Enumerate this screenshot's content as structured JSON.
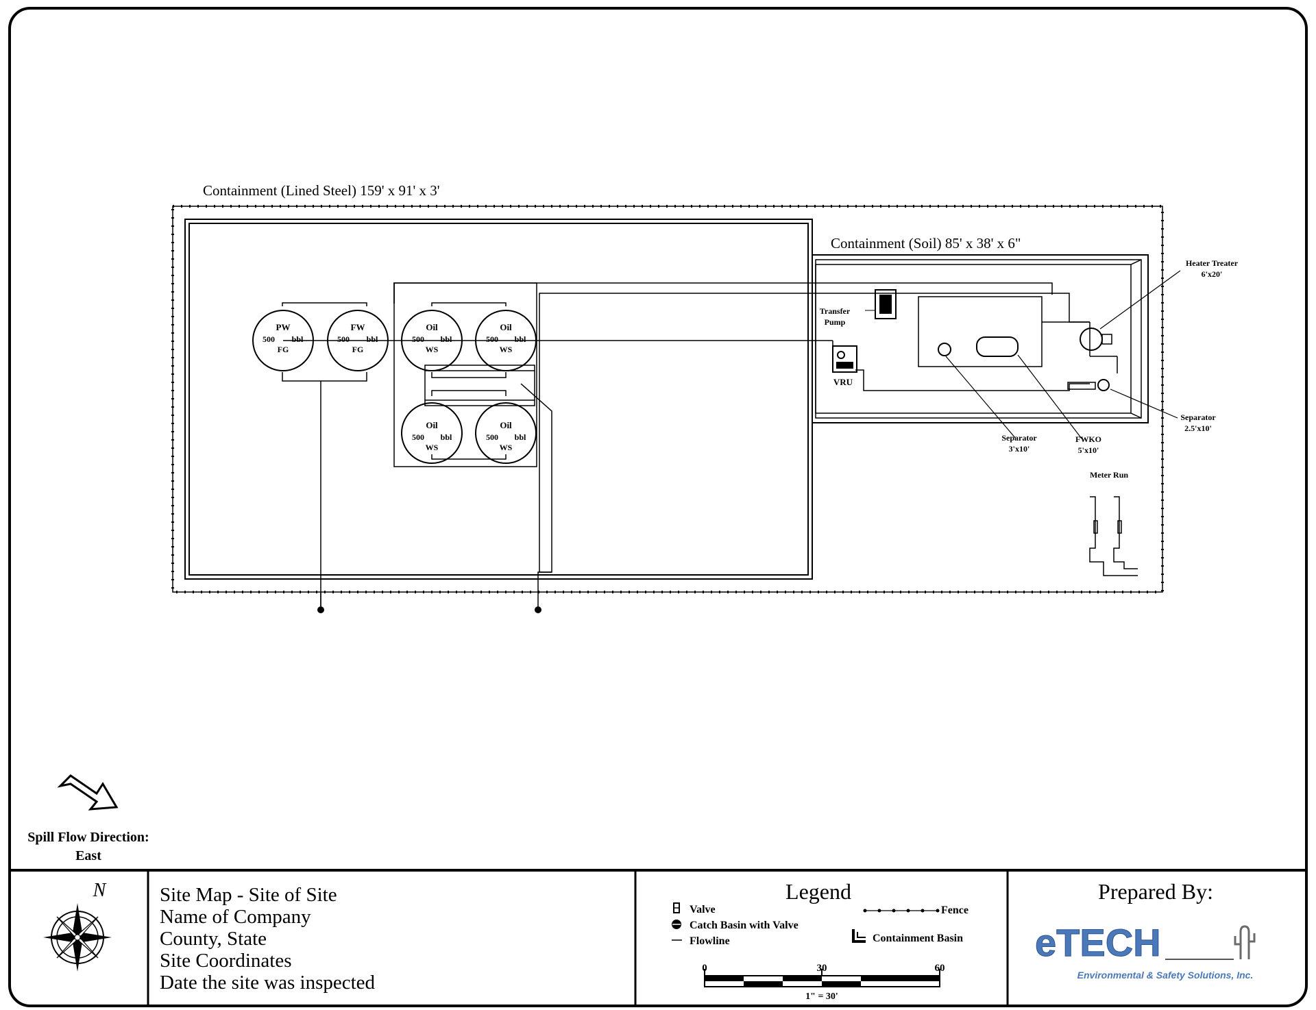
{
  "labels": {
    "containment_steel": "Containment (Lined Steel) 159' x 91' x 3'",
    "containment_soil": "Containment (Soil) 85' x 38' x 6\"",
    "heater_treater": "Heater Treater",
    "heater_treater_size": "6'x20'",
    "transfer_pump_1": "Transfer",
    "transfer_pump_2": "Pump",
    "vru": "VRU",
    "separator_small": "Separator",
    "separator_small_size": "2.5'x10'",
    "separator_mid": "Separator",
    "separator_mid_size": "3'x10'",
    "fwko": "FWKO",
    "fwko_size": "5'x10'",
    "meter_run": "Meter Run"
  },
  "tanks": [
    {
      "top": "PW",
      "cap": "500",
      "unit": "bbl",
      "bottom": "FG"
    },
    {
      "top": "FW",
      "cap": "500",
      "unit": "bbl",
      "bottom": "FG"
    },
    {
      "top": "Oil",
      "cap": "500",
      "unit": "bbl",
      "bottom": "WS"
    },
    {
      "top": "Oil",
      "cap": "500",
      "unit": "bbl",
      "bottom": "WS"
    },
    {
      "top": "Oil",
      "cap": "500",
      "unit": "bbl",
      "bottom": "WS"
    },
    {
      "top": "Oil",
      "cap": "500",
      "unit": "bbl",
      "bottom": "WS"
    }
  ],
  "spill": {
    "label": "Spill Flow Direction:",
    "direction": "East"
  },
  "compass": {
    "letter": "N"
  },
  "title_block": {
    "line1": "Site Map - Site of Site",
    "line2": "Name of Company",
    "line3": "County, State",
    "line4": "Site Coordinates",
    "line5": "Date the site was inspected"
  },
  "legend": {
    "title": "Legend",
    "valve": "Valve",
    "catch_basin": "Catch Basin with Valve",
    "flowline": "Flowline",
    "fence": "Fence",
    "containment": "Containment Basin",
    "scale_0": "0",
    "scale_30": "30",
    "scale_60": "60",
    "scale_ratio": "1\" = 30'"
  },
  "prepared": {
    "title": "Prepared By:",
    "logo_text": "eTECH",
    "logo_tag": "Environmental & Safety Solutions, Inc.",
    "logo_color": "#4a78b8"
  }
}
